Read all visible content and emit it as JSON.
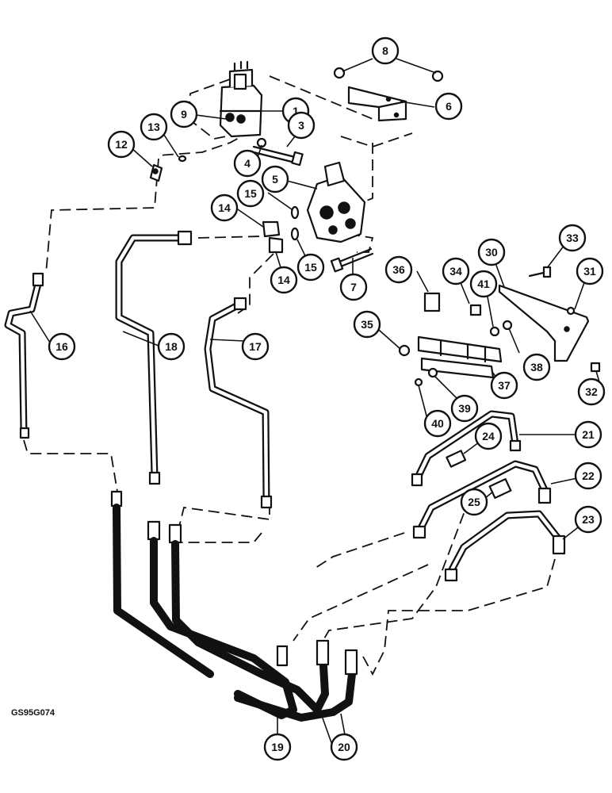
{
  "figure_code": "GS95G074",
  "callouts": [
    "1",
    "3",
    "4",
    "5",
    "6",
    "7",
    "8",
    "9",
    "12",
    "13",
    "14",
    "14",
    "15",
    "15",
    "16",
    "17",
    "18",
    "19",
    "20",
    "21",
    "22",
    "23",
    "24",
    "25",
    "30",
    "31",
    "32",
    "33",
    "34",
    "35",
    "36",
    "37",
    "38",
    "39",
    "40",
    "41"
  ]
}
